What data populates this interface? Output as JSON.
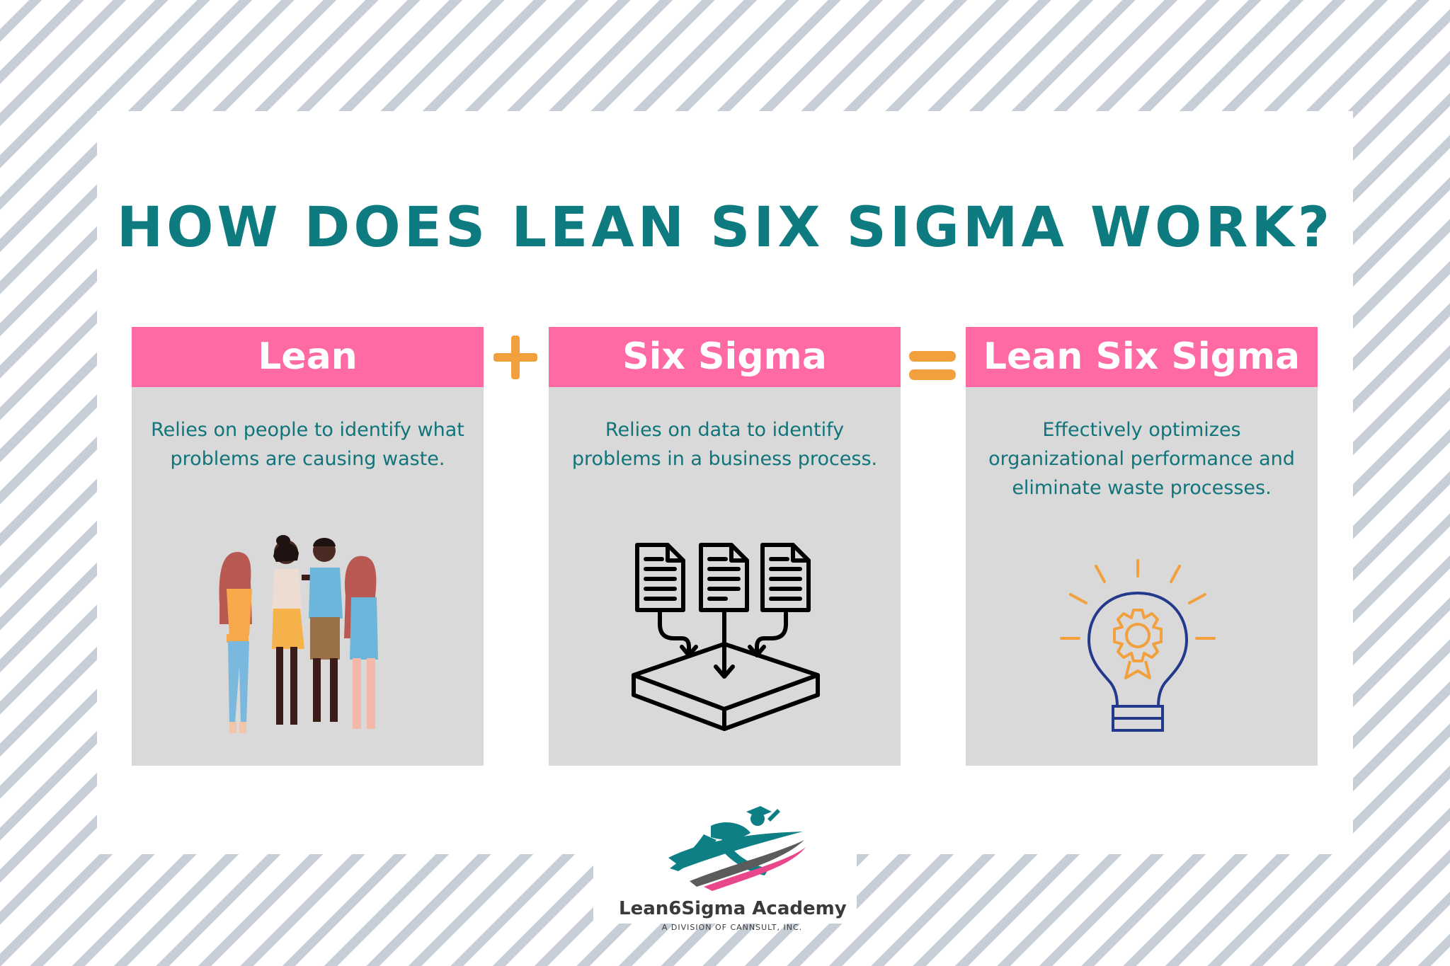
{
  "title": "HOW DOES LEAN SIX SIGMA WORK?",
  "cards": [
    {
      "heading": "Lean",
      "text": "Relies on people to identify what problems are causing waste.",
      "icon": "people-group-illustration"
    },
    {
      "heading": "Six Sigma",
      "text": "Relies on data to identify problems in a business process.",
      "icon": "documents-to-database-icon"
    },
    {
      "heading": "Lean Six Sigma",
      "text": "Effectively optimizes organizational performance and eliminate waste processes.",
      "icon": "lightbulb-gear-icon"
    }
  ],
  "operators": {
    "plus": "plus-icon",
    "equals": "equals-icon",
    "color": "#f2a03d"
  },
  "logo": {
    "name": "Lean6Sigma Academy",
    "tagline": "A DIVISION OF CANNSULT, INC."
  },
  "colors": {
    "title": "#0d7b80",
    "header": "#ff69a4",
    "card": "#d9d9d9",
    "body_text": "#10747a",
    "stripes": "#c7ced7",
    "accent": "#f2a03d"
  }
}
